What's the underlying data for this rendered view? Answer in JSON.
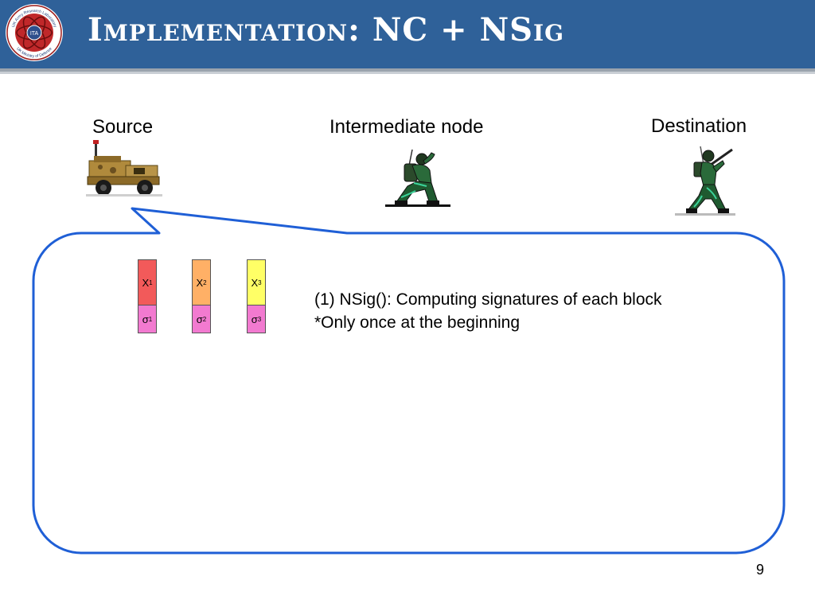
{
  "header": {
    "title": "Implementation: NC + NSig",
    "logo_ring_top": "UK Army Research Laboratory",
    "logo_ring_bottom": "UK Ministry of Defence",
    "logo_center": "ITA",
    "colors": {
      "bar": "#2f6199",
      "title": "#ffffff"
    }
  },
  "nodes": {
    "source": {
      "label": "Source",
      "icon": "military-truck-icon"
    },
    "intermediate": {
      "label": "Intermediate node",
      "icon": "kneeling-soldier-radio-icon"
    },
    "destination": {
      "label": "Destination",
      "icon": "walking-soldier-rifle-icon"
    }
  },
  "blocks": [
    {
      "x_base": "X",
      "x_sub": "1",
      "sig_base": "σ",
      "sig_sub": "1",
      "color": "#f25a5a"
    },
    {
      "x_base": "X",
      "x_sub": "2",
      "sig_base": "σ",
      "sig_sub": "2",
      "color": "#ffb066"
    },
    {
      "x_base": "X",
      "x_sub": "3",
      "sig_base": "σ",
      "sig_sub": "3",
      "color": "#ffff66"
    }
  ],
  "description": {
    "line1": "(1) NSig(): Computing signatures of each block",
    "line2": "*Only once at the beginning"
  },
  "page_number": "9",
  "callout_color": "#1f5fd6"
}
